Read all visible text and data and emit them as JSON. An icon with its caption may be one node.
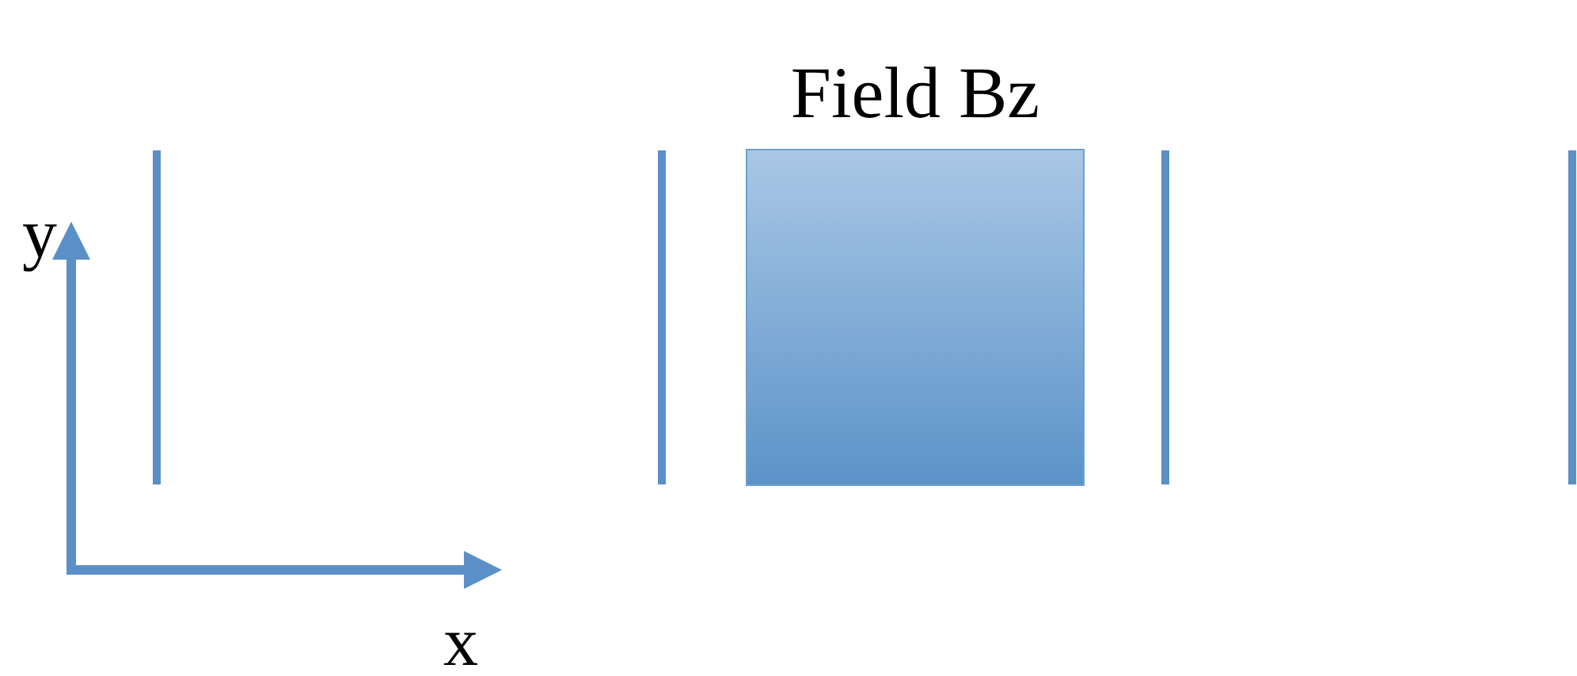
{
  "diagram": {
    "nodes": [
      {
        "text": [
          "Field Bz"
        ]
      }
    ],
    "labels": [
      "y",
      "x"
    ]
  }
}
